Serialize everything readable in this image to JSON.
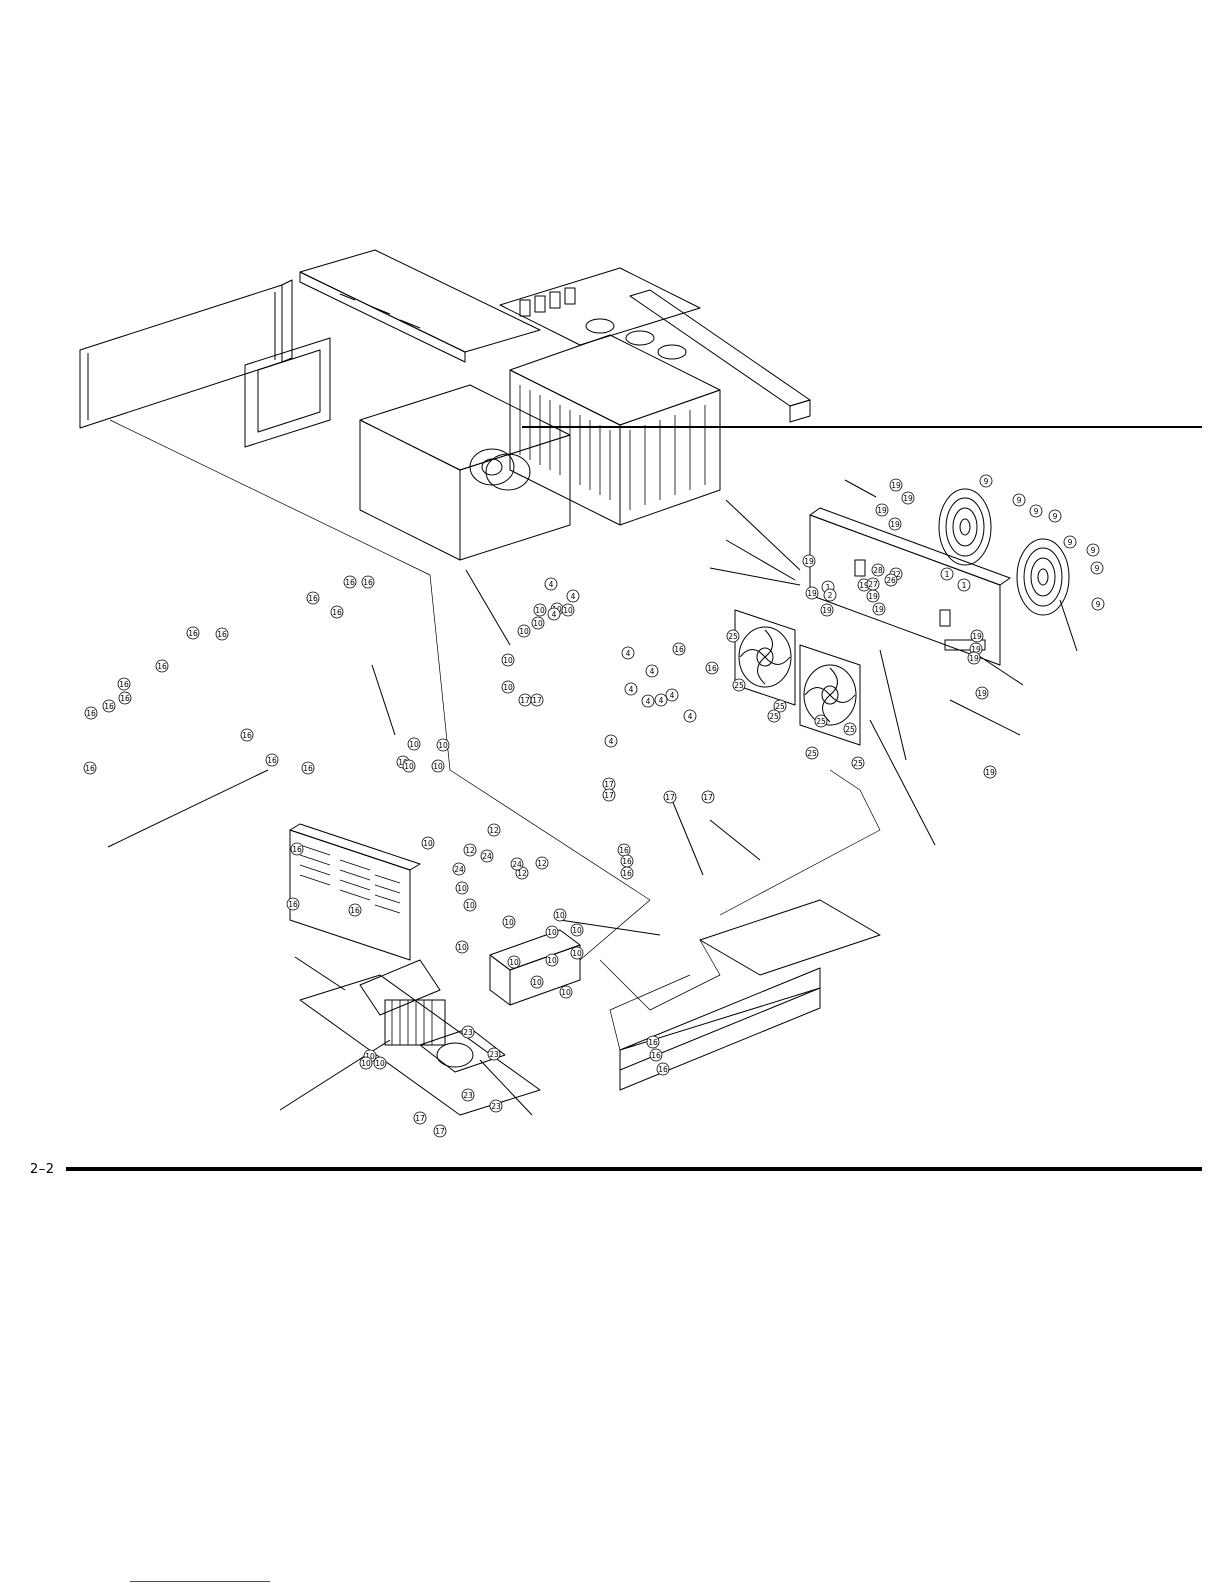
{
  "page": {
    "page_number": "2–2"
  },
  "diagram": {
    "callouts": [
      "16",
      "16",
      "16",
      "16",
      "16",
      "16",
      "16",
      "16",
      "16",
      "16",
      "16",
      "16",
      "16",
      "16",
      "16",
      "16",
      "16",
      "16",
      "16",
      "16",
      "16",
      "16",
      "16",
      "16",
      "16",
      "16",
      "10",
      "10",
      "10",
      "10",
      "10",
      "10",
      "10",
      "10",
      "10",
      "10",
      "10",
      "10",
      "10",
      "10",
      "10",
      "10",
      "10",
      "10",
      "10",
      "10",
      "10",
      "10",
      "10",
      "10",
      "10",
      "10",
      "10",
      "10",
      "4",
      "4",
      "4",
      "4",
      "4",
      "4",
      "4",
      "4",
      "4",
      "4",
      "4",
      "9",
      "9",
      "9",
      "9",
      "9",
      "9",
      "9",
      "9",
      "19",
      "19",
      "19",
      "19",
      "19",
      "19",
      "19",
      "19",
      "19",
      "19",
      "19",
      "19",
      "19",
      "19",
      "19",
      "25",
      "25",
      "25",
      "25",
      "25",
      "25",
      "25",
      "25",
      "17",
      "17",
      "17",
      "17",
      "17",
      "17",
      "17",
      "17",
      "12",
      "12",
      "12",
      "12",
      "24",
      "24",
      "24",
      "23",
      "23",
      "23",
      "23",
      "1",
      "1",
      "1",
      "2",
      "22",
      "26",
      "27",
      "28",
      "28"
    ]
  }
}
